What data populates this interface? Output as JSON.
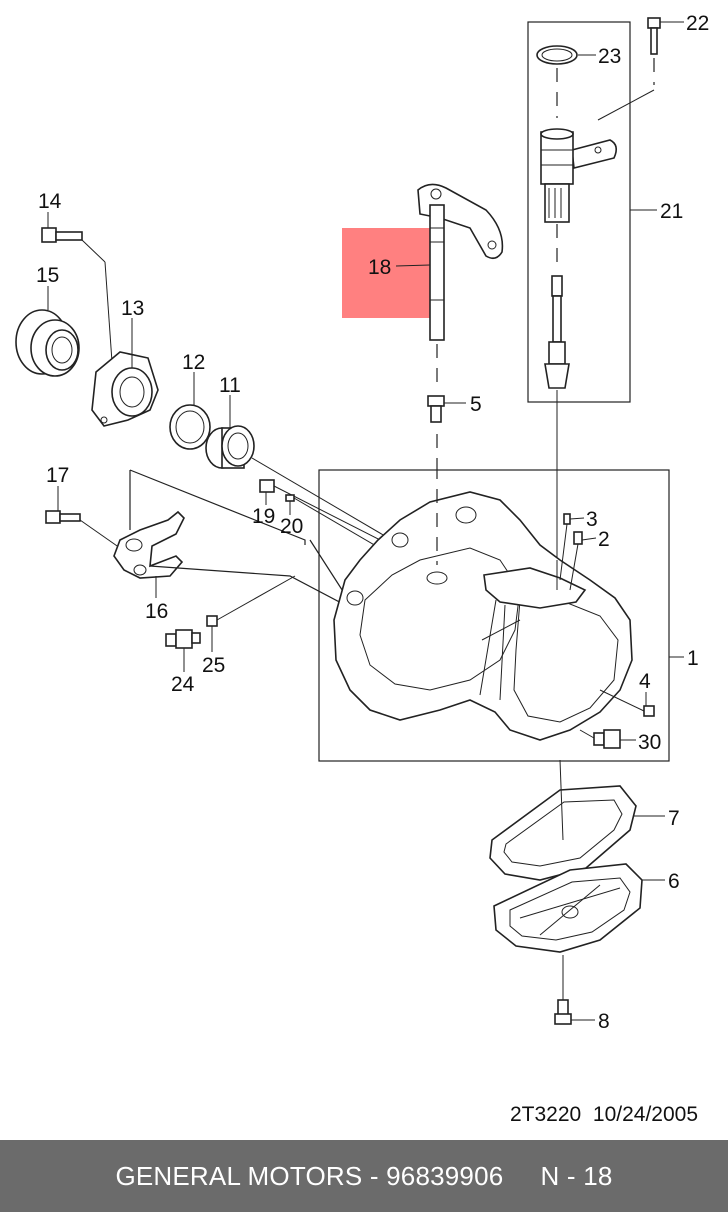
{
  "diagram": {
    "callouts": {
      "c1": "1",
      "c2": "2",
      "c3": "3",
      "c4": "4",
      "c5": "5",
      "c6": "6",
      "c7": "7",
      "c8": "8",
      "c11": "11",
      "c12": "12",
      "c13": "13",
      "c14": "14",
      "c15": "15",
      "c16": "16",
      "c17": "17",
      "c18": "18",
      "c19": "19",
      "c20": "20",
      "c21": "21",
      "c22": "22",
      "c23": "23",
      "c24": "24",
      "c25": "25",
      "c30": "30"
    },
    "highlight_color": "#ff8080"
  },
  "footer": {
    "code": "2T3220",
    "date": "10/24/2005",
    "brand": "GENERAL MOTORS",
    "separator": " - ",
    "part_number": "96839906",
    "page_ref": "N - 18"
  }
}
